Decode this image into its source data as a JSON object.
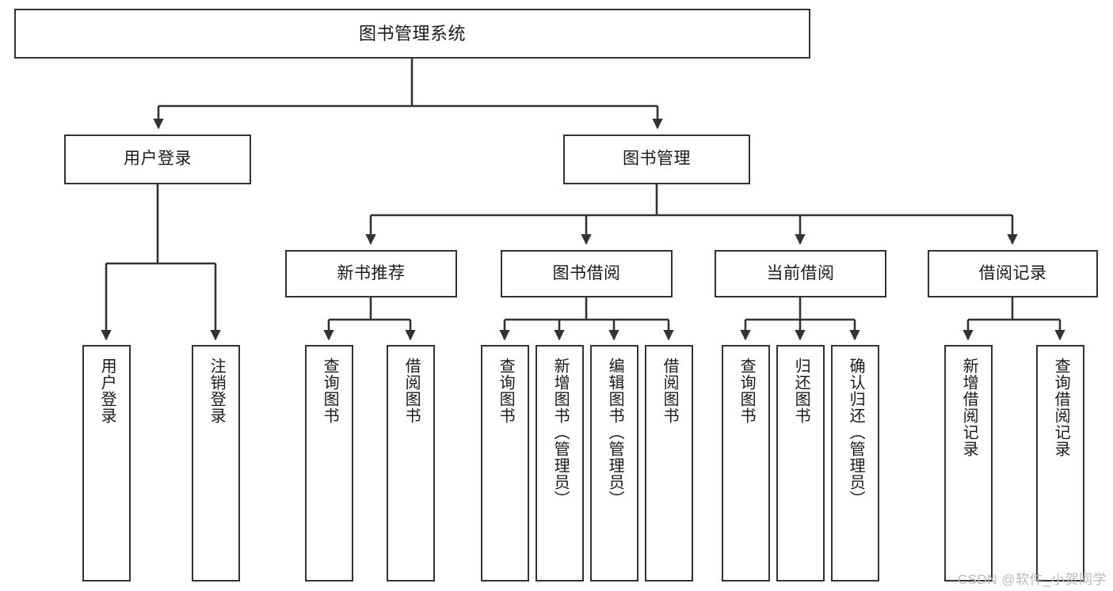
{
  "diagram": {
    "title": "图书管理系统",
    "watermark": "CSDN @软件_小贺同学",
    "colors": {
      "box_border": "#333333",
      "box_fill": "#ffffff",
      "edge": "#333333",
      "text": "#1a1a1a",
      "watermark": "#b9b9b9"
    },
    "levels": {
      "level1": [
        "图书管理系统"
      ],
      "level2": [
        "用户登录",
        "图书管理"
      ],
      "level3": [
        "新书推荐",
        "图书借阅",
        "当前借阅",
        "借阅记录"
      ],
      "level4": [
        "用户登录",
        "注销登录",
        "查询图书",
        "借阅图书",
        "查询图书",
        "新增图书（管理员）",
        "编辑图书（管理员）",
        "借阅图书",
        "查询图书",
        "归还图书",
        "确认归还（管理员）",
        "新增借阅记录",
        "查询借阅记录"
      ]
    },
    "nodes": {
      "root": "图书管理系统",
      "user_login": "用户登录",
      "book_manage": "图书管理",
      "new_book_rec": "新书推荐",
      "book_borrow": "图书借阅",
      "current_borrow": "当前借阅",
      "borrow_record": "借阅记录",
      "leaf_user_login": "用户登录",
      "leaf_logout": "注销登录",
      "leaf_query_book_1": "查询图书",
      "leaf_borrow_book_1": "借阅图书",
      "leaf_query_book_2": "查询图书",
      "leaf_add_book": "新增图书（管理员）",
      "leaf_edit_book": "编辑图书（管理员）",
      "leaf_borrow_book_2": "借阅图书",
      "leaf_query_book_3": "查询图书",
      "leaf_return_book": "归还图书",
      "leaf_confirm_return": "确认归还（管理员）",
      "leaf_add_record": "新增借阅记录",
      "leaf_query_record": "查询借阅记录"
    }
  }
}
